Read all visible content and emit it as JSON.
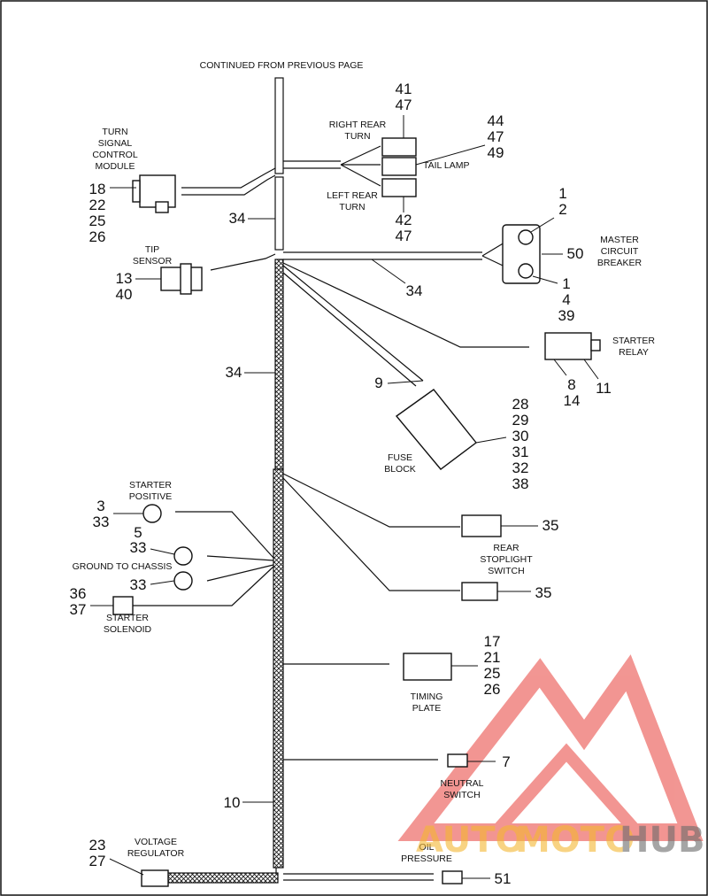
{
  "header": {
    "continued": "CONTINUED FROM PREVIOUS PAGE"
  },
  "labels": {
    "turn_signal": [
      "TURN",
      "SIGNAL",
      "CONTROL",
      "MODULE"
    ],
    "right_rear_turn": [
      "RIGHT REAR",
      "TURN"
    ],
    "tail_lamp": "TAIL LAMP",
    "left_rear_turn": [
      "LEFT REAR",
      "TURN"
    ],
    "tip_sensor": [
      "TIP",
      "SENSOR"
    ],
    "master_circuit_breaker": [
      "MASTER",
      "CIRCUIT",
      "BREAKER"
    ],
    "starter_relay": [
      "STARTER",
      "RELAY"
    ],
    "fuse_block": [
      "FUSE",
      "BLOCK"
    ],
    "starter_positive": [
      "STARTER",
      "POSITIVE"
    ],
    "ground_to_chassis": "GROUND TO CHASSIS",
    "starter_solenoid": [
      "STARTER",
      "SOLENOID"
    ],
    "rear_stoplight_switch": [
      "REAR",
      "STOPLIGHT",
      "SWITCH"
    ],
    "timing_plate": [
      "TIMING",
      "PLATE"
    ],
    "neutral_switch": [
      "NEUTRAL",
      "SWITCH"
    ],
    "voltage_regulator": [
      "VOLTAGE",
      "REGULATOR"
    ],
    "oil_pressure": [
      "OIL",
      "PRESSURE"
    ]
  },
  "callouts": {
    "turn_signal_module": [
      "18",
      "22",
      "25",
      "26"
    ],
    "harness_upper": "34",
    "right_rear_turn": [
      "41",
      "47"
    ],
    "tail_lamp": [
      "44",
      "47",
      "49"
    ],
    "left_rear_turn": [
      "42",
      "47"
    ],
    "tip_sensor": [
      "13",
      "40"
    ],
    "breaker_top": [
      "1",
      "2"
    ],
    "breaker_side": "50",
    "breaker_bottom": [
      "1",
      "4",
      "39"
    ],
    "harness_mid": "34",
    "harness_left": "34",
    "starter_relay_left": [
      "8",
      "14"
    ],
    "starter_relay_right": "11",
    "fuse_block_left": "9",
    "fuse_block": [
      "28",
      "29",
      "30",
      "31",
      "32",
      "38"
    ],
    "starter_positive": [
      "3",
      "33",
      "5"
    ],
    "ground_upper": "33",
    "ground_lower": "33",
    "starter_solenoid": [
      "36",
      "37"
    ],
    "stoplight_upper": "35",
    "stoplight_lower": "35",
    "timing_plate": [
      "17",
      "21",
      "25",
      "26"
    ],
    "neutral_switch": "7",
    "harness_bottom": "10",
    "voltage_regulator": [
      "23",
      "27"
    ],
    "oil_pressure": "51"
  },
  "watermark": {
    "brand_a": "AUTO",
    "brand_b": "MOTO",
    "brand_c": "HUB",
    "red": "#e8403a",
    "yellow": "#f5b731",
    "gray": "#6b6b6b"
  }
}
